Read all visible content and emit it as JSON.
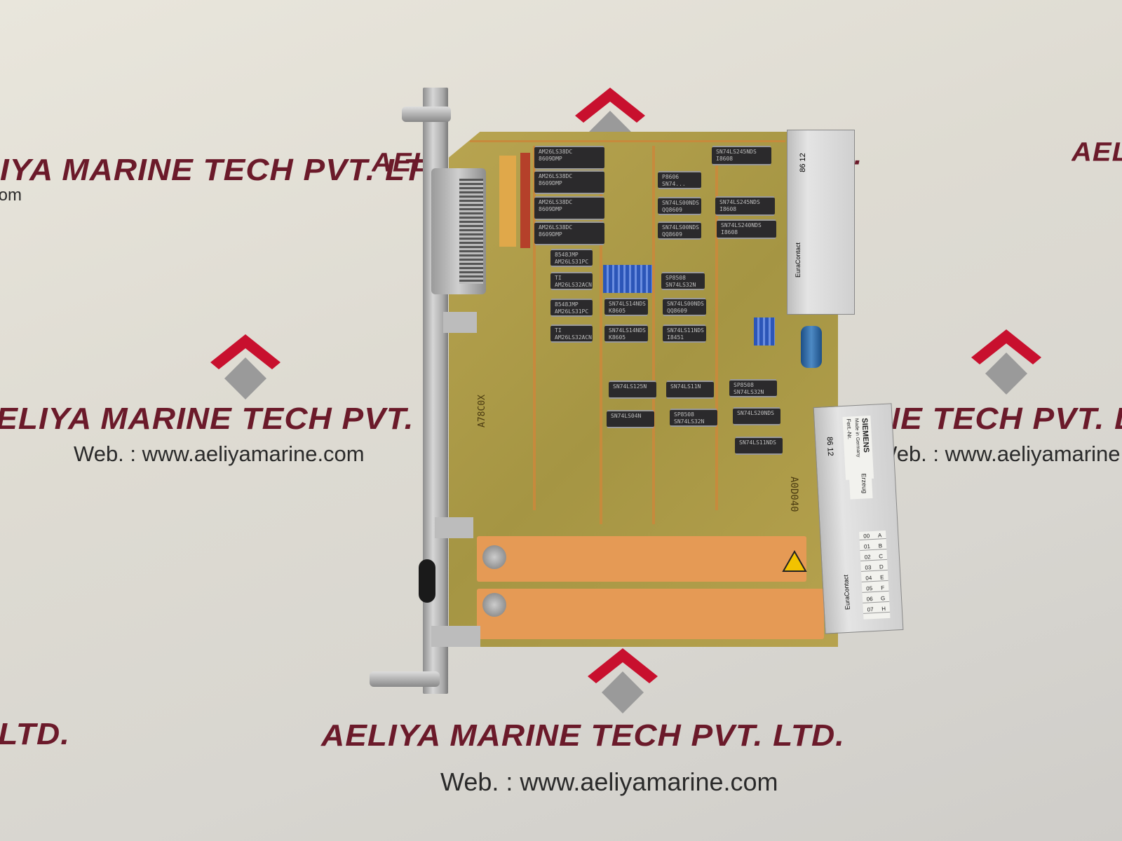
{
  "watermark": {
    "company": "AELIYA MARINE TECH PVT. LTD.",
    "website": "Web. : www.aeliyamarine.com",
    "logo_colors": {
      "chevron": "#c8102e",
      "diamond": "#9a9a9a"
    }
  },
  "board": {
    "chips": [
      {
        "l1": "AM26LS38DC",
        "l2": "8609DMP"
      },
      {
        "l1": "AM26LS38DC",
        "l2": "8609DMP"
      },
      {
        "l1": "AM26LS38DC",
        "l2": "8609DMP"
      },
      {
        "l1": "AM26LS38DC",
        "l2": "8609DMP"
      },
      {
        "l1": "8548JMP",
        "l2": "AM26LS31PC"
      },
      {
        "l1": "TI",
        "l2": "AM26LS32ACN"
      },
      {
        "l1": "8548JMP",
        "l2": "AM26LS31PC"
      },
      {
        "l1": "TI",
        "l2": "AM26LS32ACN"
      },
      {
        "l1": "P8606",
        "l2": "SN74..."
      },
      {
        "l1": "SN74LS00NDS",
        "l2": "QQ8609"
      },
      {
        "l1": "SN74LS00NDS",
        "l2": "QQ8609"
      },
      {
        "l1": "SP8508",
        "l2": "SN74LS32N"
      },
      {
        "l1": "SN74LS00NDS",
        "l2": "QQ8609"
      },
      {
        "l1": "SN74LS11NDS",
        "l2": "I8451"
      },
      {
        "l1": "SN74LS14NDS",
        "l2": "K8605"
      },
      {
        "l1": "SN74LS14NDS",
        "l2": "K8605"
      },
      {
        "l1": "SN74LS245NDS",
        "l2": "I8608"
      },
      {
        "l1": "SN74LS245NDS",
        "l2": "I8608"
      },
      {
        "l1": "SN74LS240NDS",
        "l2": "I8608"
      },
      {
        "l1": "SN74LS125N",
        "l2": ""
      },
      {
        "l1": "SN74LS11N",
        "l2": ""
      },
      {
        "l1": "SP8508",
        "l2": "SN74LS32N"
      },
      {
        "l1": "SN74LS04N",
        "l2": ""
      },
      {
        "l1": "SP8508",
        "l2": "SN74LS32N"
      },
      {
        "l1": "SN74LS20NDS",
        "l2": ""
      },
      {
        "l1": "SN74LS11NDS",
        "l2": ""
      }
    ],
    "pcb_marking": "A0D040",
    "pcb_marking_left": "A78C0X"
  },
  "connector_upper": {
    "code": "86 12",
    "brand": "EuraContact"
  },
  "connector_lower": {
    "code": "86 12",
    "brand": "EuraContact",
    "label_brand": "SIEMENS",
    "label_made": "Made in Germany",
    "label_fert": "Fert.-Nr.",
    "label_erzeug": "Erzeug",
    "grid_letters": [
      "A",
      "B",
      "C",
      "D",
      "E",
      "F",
      "G",
      "H"
    ],
    "grid_numbers": [
      "00",
      "01",
      "02",
      "03",
      "04",
      "05",
      "06",
      "07"
    ]
  }
}
